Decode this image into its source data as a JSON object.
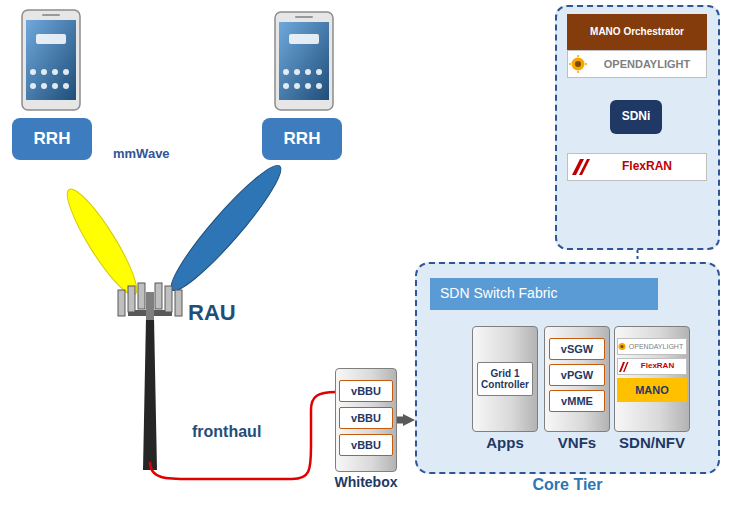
{
  "diagram": {
    "nodes": [
      {
        "text": []
      },
      {
        "text": [
          "MANO Orchestrator"
        ],
        "in": 0
      },
      {
        "text": [
          "OPENDAYLIGHT"
        ],
        "in": 0
      },
      {
        "text": [
          "SDNi"
        ],
        "in": 0
      },
      {
        "text": [
          "FlexRAN"
        ],
        "in": 0
      },
      {
        "text": [
          "RRH"
        ]
      },
      {
        "text": [
          "RRH"
        ]
      },
      {
        "text": [
          "Whitebox"
        ]
      },
      {
        "text": [
          "vBBU"
        ],
        "in": 7
      },
      {
        "text": [
          "vBBU"
        ],
        "in": 7
      },
      {
        "text": [
          "vBBU"
        ],
        "in": 7
      },
      {
        "text": [
          "Core Tier"
        ]
      },
      {
        "text": [
          "SDN Switch Fabric"
        ],
        "in": 11
      },
      {
        "text": [
          "Apps"
        ],
        "in": 11
      },
      {
        "text": [
          "Grid 1 Controller"
        ],
        "in": 13
      },
      {
        "text": [
          "VNFs"
        ],
        "in": 11
      },
      {
        "text": [
          "vSGW"
        ],
        "in": 15
      },
      {
        "text": [
          "vPGW"
        ],
        "in": 15
      },
      {
        "text": [
          "vMME"
        ],
        "in": 15
      },
      {
        "text": [
          "SDN/NFV"
        ],
        "in": 11
      },
      {
        "text": [
          "OPENDAYLIGHT"
        ],
        "in": 19
      },
      {
        "text": [
          "FlexRAN"
        ],
        "in": 19
      },
      {
        "text": [
          "MANO"
        ],
        "in": 19
      }
    ],
    "edges": [
      {
        "from": 3,
        "to": 2,
        "arrow": "to"
      },
      {
        "from": 3,
        "to": 4,
        "arrow": "to"
      },
      {
        "from": 7,
        "to": 11,
        "arrow": "to"
      },
      {
        "from": 0,
        "to": 11,
        "arrow": "none"
      }
    ],
    "labels": [
      "mmWave",
      "RAU",
      "fronthaul"
    ]
  }
}
